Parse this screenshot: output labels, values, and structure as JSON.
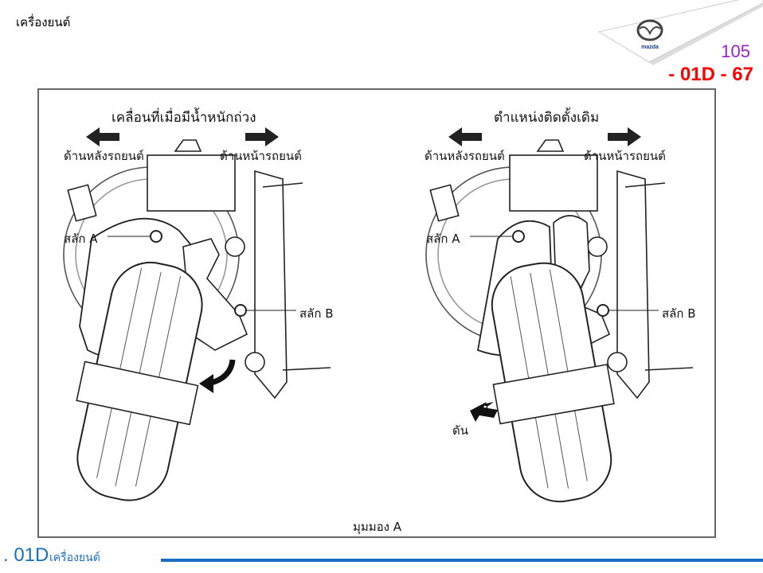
{
  "header": {
    "title": "เครื่องยนต์",
    "page_number": "105",
    "section_code": "- 01D - 67",
    "logo_text": "mazda"
  },
  "figure": {
    "left": {
      "title": "เคลื่อนที่เมื่อมีน้ำหนักถ่วง",
      "rear_label": "ด้านหลังรถยนต์",
      "front_label": "ด้านหน้ารถยนต์",
      "pin_a": "สลัก A",
      "pin_b": "สลัก B"
    },
    "right": {
      "title": "ตำแหน่งติดตั้งเดิม",
      "rear_label": "ด้านหลังรถยนต์",
      "front_label": "ด้านหน้ารถยนต์",
      "pin_a": "สลัก A",
      "pin_b": "สลัก B",
      "push_label": "ดัน"
    },
    "caption": "มุมมอง A"
  },
  "footer": {
    "code": ". 01D",
    "name": "เครื่องยนต์"
  },
  "colors": {
    "page_number": "#9b1fd1",
    "section_code": "#ff0000",
    "footer": "#1a6fc4"
  }
}
